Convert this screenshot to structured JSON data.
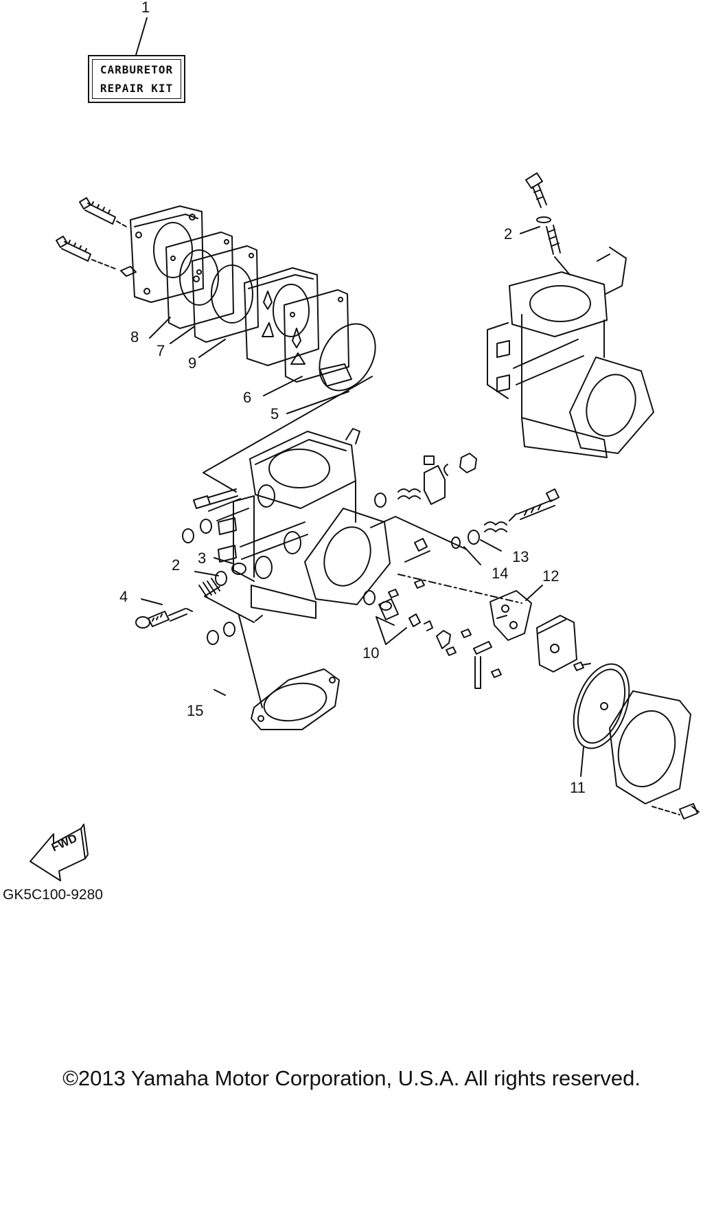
{
  "kit_label": {
    "line1": "CARBURETOR",
    "line2": "REPAIR KIT"
  },
  "callouts": {
    "c1": "1",
    "c2a": "2",
    "c2b": "2",
    "c3": "3",
    "c4": "4",
    "c5": "5",
    "c6": "6",
    "c7": "7",
    "c8": "8",
    "c9": "9",
    "c10": "10",
    "c11": "11",
    "c12": "12",
    "c13": "13",
    "c14": "14",
    "c15": "15"
  },
  "fwd_label": "FWD",
  "drawing_code": "GK5C100-9280",
  "copyright": "©2013 Yamaha Motor Corporation, U.S.A. All rights reserved."
}
